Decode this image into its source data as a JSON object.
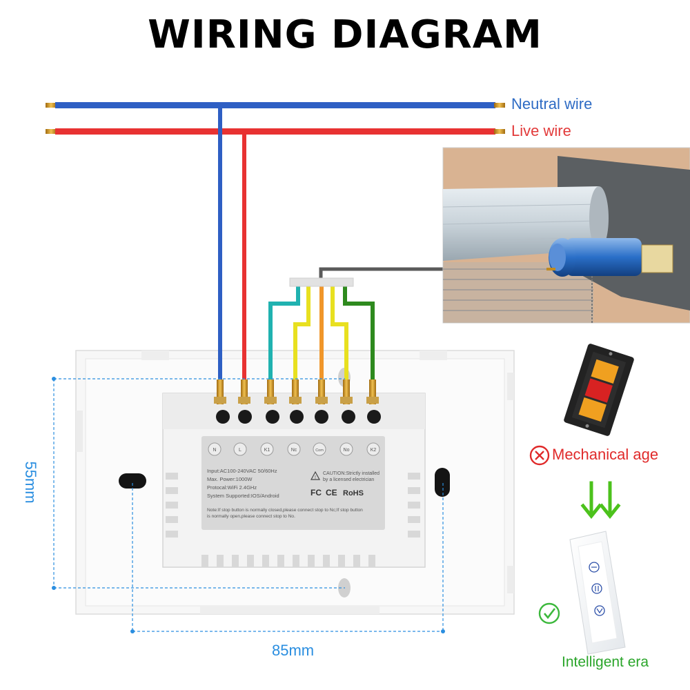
{
  "title": "WIRING DIAGRAM",
  "wires": {
    "neutral_label": "Neutral wire",
    "live_label": "Live wire"
  },
  "dimensions": {
    "height": "55mm",
    "width": "85mm"
  },
  "terminals": [
    "N",
    "L",
    "K1",
    "Nc",
    "Com",
    "No",
    "K2"
  ],
  "module": {
    "spec_lines": [
      "Input:AC100-240VAC 50/60Hz",
      "Max. Power:1000W",
      "Protocal:WiFi 2.4GHz",
      "System Supported:IOS/Android"
    ],
    "caution_line1": "CAUTION:Strictly installed",
    "caution_line2": "by a licensed electrician",
    "cert_fc": "FC",
    "cert_ce": "CE",
    "cert_rohs": "RoHS",
    "note_line1": "Note:If stop button is normally closed,please connect stop to Nc;If stop button",
    "note_line2": "is normally open,please connect stop to No."
  },
  "comparison": {
    "old_label": "Mechanical age",
    "new_label": "Intelligent era"
  },
  "colors": {
    "neutral": "#2e5fc4",
    "live": "#e83232",
    "cyan": "#20b2b0",
    "yellow": "#e8e020",
    "orange": "#f0962a",
    "green": "#2e8a1e",
    "gray": "#555555",
    "dimension": "#2a8ee0"
  }
}
